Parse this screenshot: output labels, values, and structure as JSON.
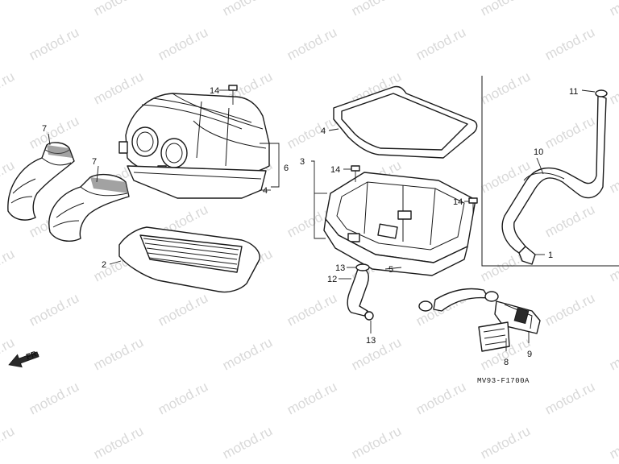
{
  "watermark": {
    "text": "motod.ru",
    "color": "#9a9a9a"
  },
  "diagram_code": "MV93-F1700A",
  "direction_label": "FR.",
  "labels": {
    "l1": "1",
    "l2": "2",
    "l3": "3",
    "l4a": "4",
    "l4b": "4",
    "l5": "5",
    "l6": "6",
    "l7a": "7",
    "l7b": "7",
    "l8": "8",
    "l9": "9",
    "l10": "10",
    "l11": "11",
    "l12": "12",
    "l13a": "13",
    "l13b": "13",
    "l14a": "14",
    "l14b": "14",
    "l14c": "14"
  }
}
